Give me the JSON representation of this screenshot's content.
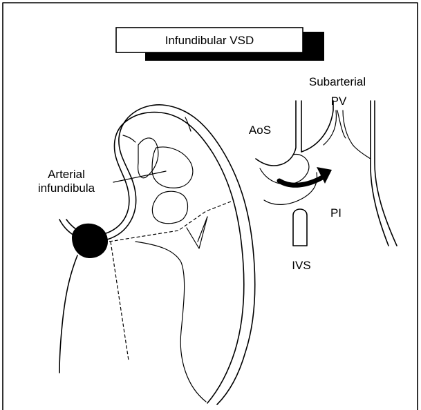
{
  "title": "Infundibular VSD",
  "labels": {
    "arterial_line1": "Arterial",
    "arterial_line2": "infundibula",
    "subarterial": "Subarterial",
    "pv": "PV",
    "aos": "AoS",
    "pi": "PI",
    "ivs": "IVS"
  },
  "colors": {
    "ink": "#000000",
    "background": "#ffffff"
  }
}
